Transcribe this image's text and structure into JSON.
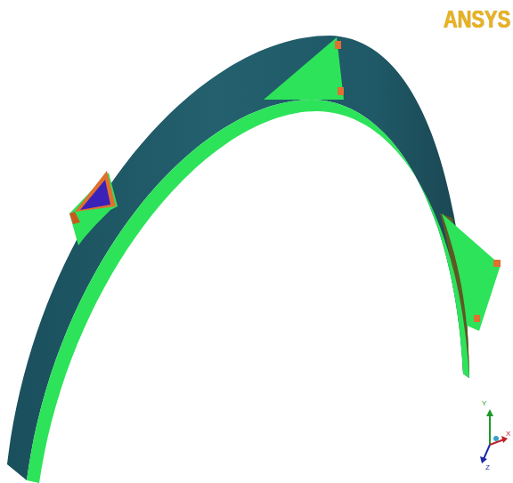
{
  "diagram": {
    "labels": [
      "ANSYS",
      "Y",
      "X",
      "Z"
    ]
  }
}
